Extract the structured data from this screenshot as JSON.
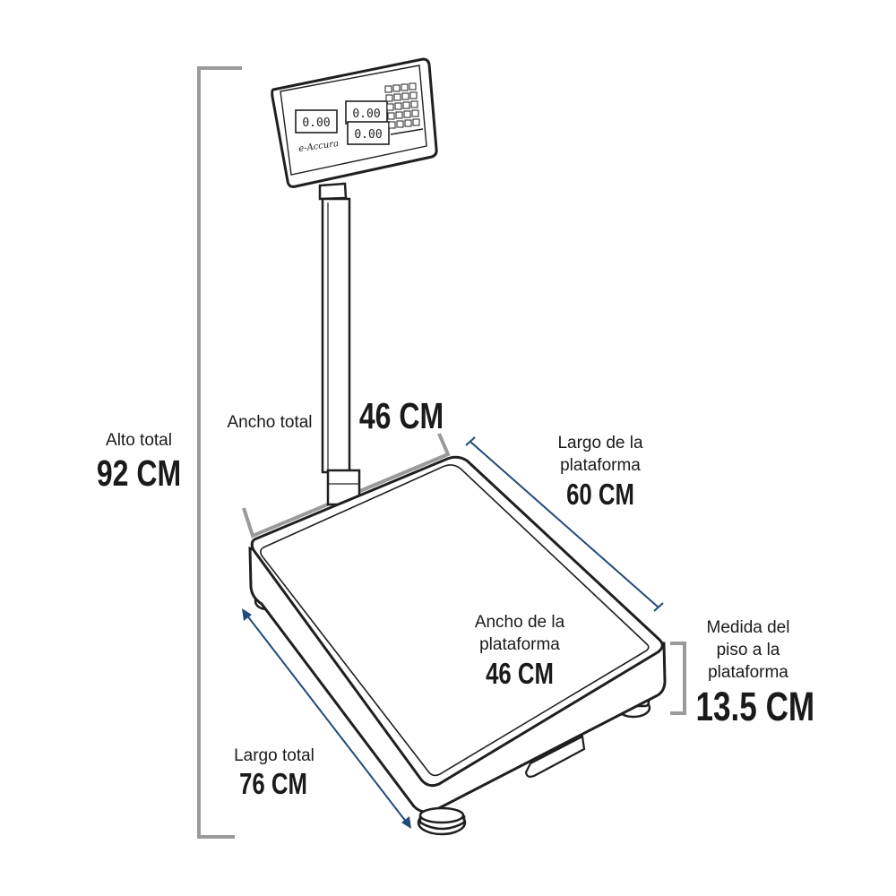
{
  "display": {
    "readout_1": "0.00",
    "readout_2": "0.00",
    "readout_3": "0.00",
    "brand": "e-Accura"
  },
  "labels": {
    "alto_total": {
      "caption": "Alto total",
      "value": "92 CM"
    },
    "ancho_total": {
      "caption": "Ancho total",
      "value": "46 CM"
    },
    "largo_plataforma": {
      "caption_line1": "Largo de la",
      "caption_line2": "plataforma",
      "value": "60 CM"
    },
    "ancho_plataforma": {
      "caption_line1": "Ancho de la",
      "caption_line2": "plataforma",
      "value": "46 CM"
    },
    "medida_piso": {
      "caption_line1": "Medida del",
      "caption_line2": "piso a la",
      "caption_line3": "plataforma",
      "value": "13.5 CM"
    },
    "largo_total": {
      "caption": "Largo total",
      "value": "76 CM"
    }
  },
  "colors": {
    "outline": "#1f1f1f",
    "gray_bracket": "#9a9a9a",
    "blue_dimension": "#1f4a7a"
  }
}
